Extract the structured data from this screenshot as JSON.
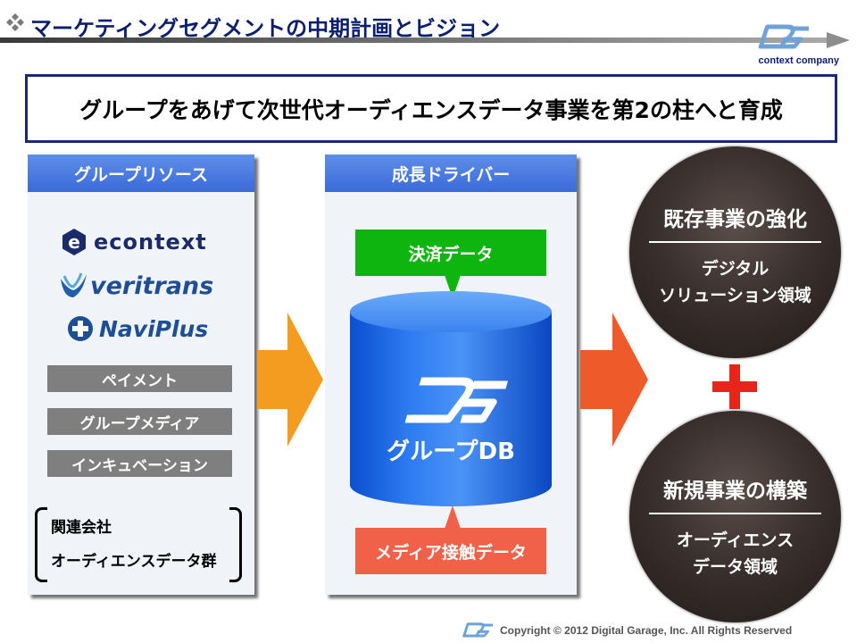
{
  "header": {
    "title": "マーケティングセグメントの中期計画とビジョン",
    "logo_caption": "context company"
  },
  "banner": {
    "text": "グループをあげて次世代オーディエンスデータ事業を第2の柱へと育成"
  },
  "group_resources": {
    "heading": "グループリソース",
    "companies": [
      "econtext",
      "veritrans",
      "NaviPlus"
    ],
    "segments": [
      "ペイメント",
      "グループメディア",
      "インキュベーション"
    ],
    "related": [
      "関連会社",
      "オーディエンスデータ群"
    ]
  },
  "growth_drivers": {
    "heading": "成長ドライバー",
    "top_callout": "決済データ",
    "database_label": "グループDB",
    "bottom_callout": "メディア接触データ"
  },
  "businesses": {
    "existing": {
      "title": "既存事業の強化",
      "lines": [
        "デジタル",
        "ソリューション領域"
      ]
    },
    "new": {
      "title": "新規事業の構築",
      "lines": [
        "オーディエンス",
        "データ領域"
      ]
    }
  },
  "footer": {
    "copyright": "Copyright © 2012 Digital Garage, Inc. All Rights Reserved"
  },
  "colors": {
    "title_navy": "#0b1f70",
    "panel_header_blue": "#3a6bd9",
    "gray_bar": "#7f7f7f",
    "callout_green": "#0fb50f",
    "callout_red": "#f16049",
    "arrow_orange": "#f39c1f",
    "arrow_red_orange": "#ee5a2a",
    "circle_dark": "#2e2624",
    "plus_red": "#e8251b"
  },
  "icons": {
    "header_bullet": "diamond-cluster-icon",
    "brand_logo": "dg-logo-icon",
    "econtext_logo": "econtext-e-icon",
    "veritrans_logo": "veritrans-swoosh-icon",
    "naviplus_logo": "naviplus-cross-icon"
  }
}
